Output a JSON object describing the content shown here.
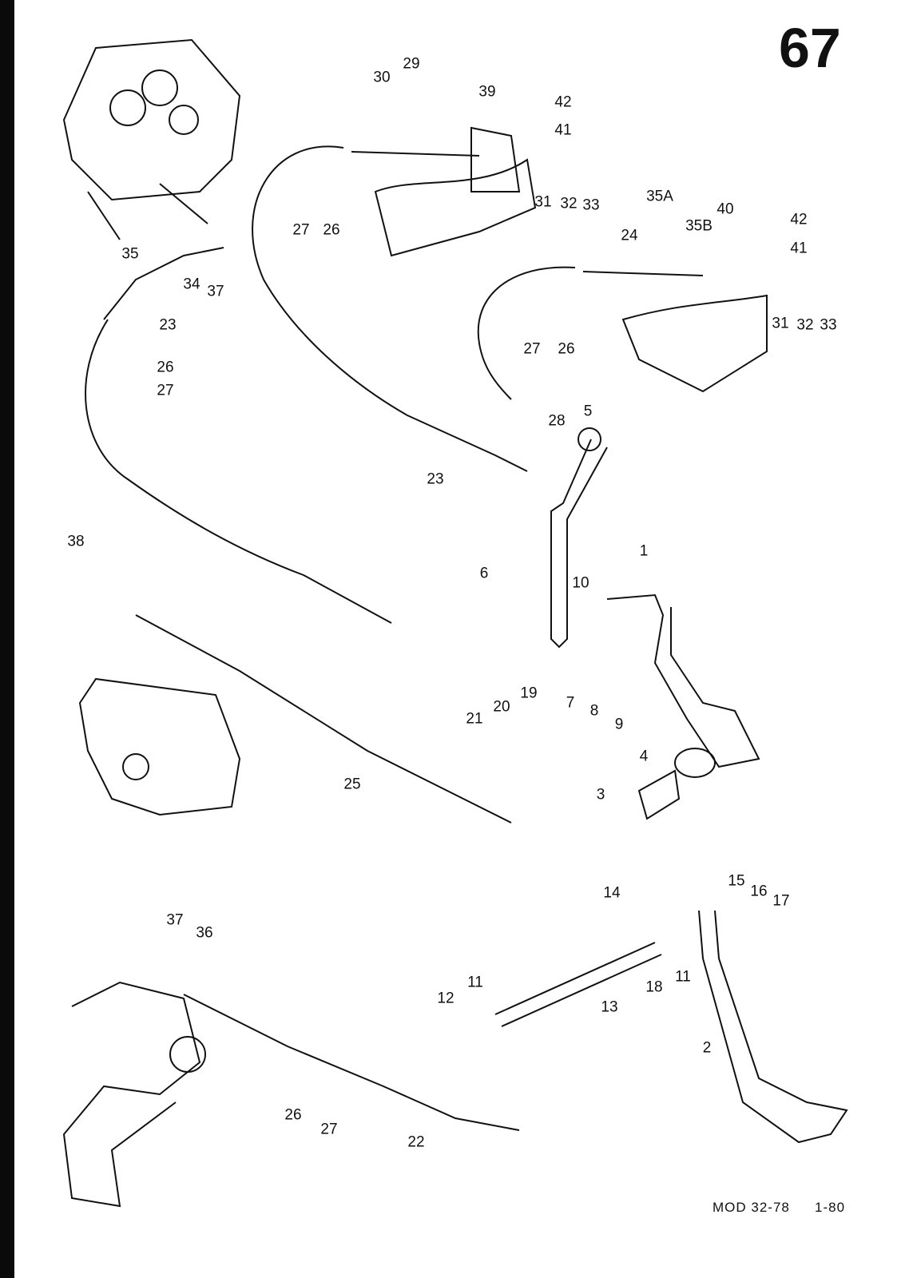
{
  "page_number": "67",
  "labels": [
    "30",
    "29",
    "39",
    "42",
    "41",
    "31",
    "32",
    "33",
    "27",
    "26",
    "35A",
    "35B",
    "40",
    "24",
    "42",
    "41",
    "31",
    "32",
    "33",
    "27",
    "26",
    "35",
    "34",
    "37",
    "23",
    "26",
    "27",
    "28",
    "5",
    "23",
    "38",
    "6",
    "1",
    "10",
    "21",
    "20",
    "19",
    "7",
    "8",
    "9",
    "4",
    "3",
    "25",
    "14",
    "15",
    "16",
    "17",
    "37",
    "36",
    "11",
    "12",
    "13",
    "18",
    "11",
    "2",
    "26",
    "27",
    "22"
  ],
  "footer": {
    "model": "MOD 32-78",
    "date": "1-80"
  }
}
